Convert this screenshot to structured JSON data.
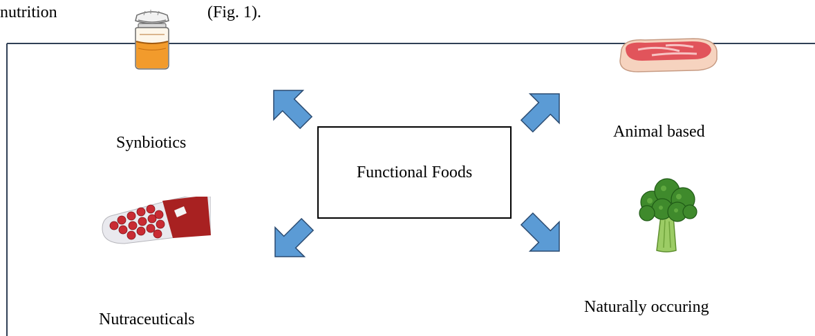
{
  "header_text": {
    "left": "nutrition",
    "right": "(Fig. 1)."
  },
  "diagram": {
    "center": "Functional Foods",
    "categories": {
      "synbiotics": "Synbiotics",
      "animal_based": "Animal based",
      "nutraceuticals": "Nutraceuticals",
      "naturally_occuring": "Naturally occuring"
    }
  },
  "colors": {
    "arrow_fill": "#5b9bd5",
    "arrow_stroke": "#2a4a70",
    "frame_line": "#2f3f55"
  },
  "icons": [
    "jar-icon",
    "steak-icon",
    "capsule-icon",
    "broccoli-icon"
  ]
}
